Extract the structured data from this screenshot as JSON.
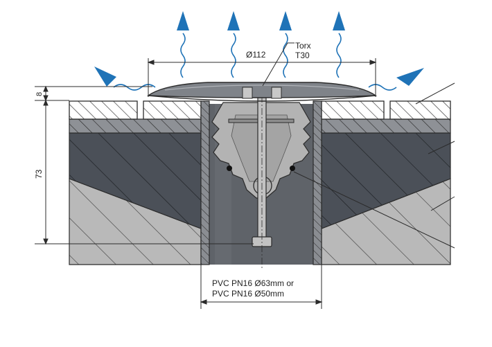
{
  "labels": {
    "torx_line1": "Torx",
    "torx_line2": "T30",
    "cap_diameter": "Ø112",
    "cap_height": "8",
    "depth": "73",
    "pipe_line1": "PVC PN16 Ø63mm or",
    "pipe_line2": "PVC PN16 Ø50mm"
  },
  "colors": {
    "air_arrow": "#1f73b7",
    "dark_fill": "#4b5058",
    "light_fill": "#b9b9b9",
    "pipe_fill": "#5f6369",
    "clamp_fill": "#b3b3b3",
    "line": "#2b2b2b"
  }
}
